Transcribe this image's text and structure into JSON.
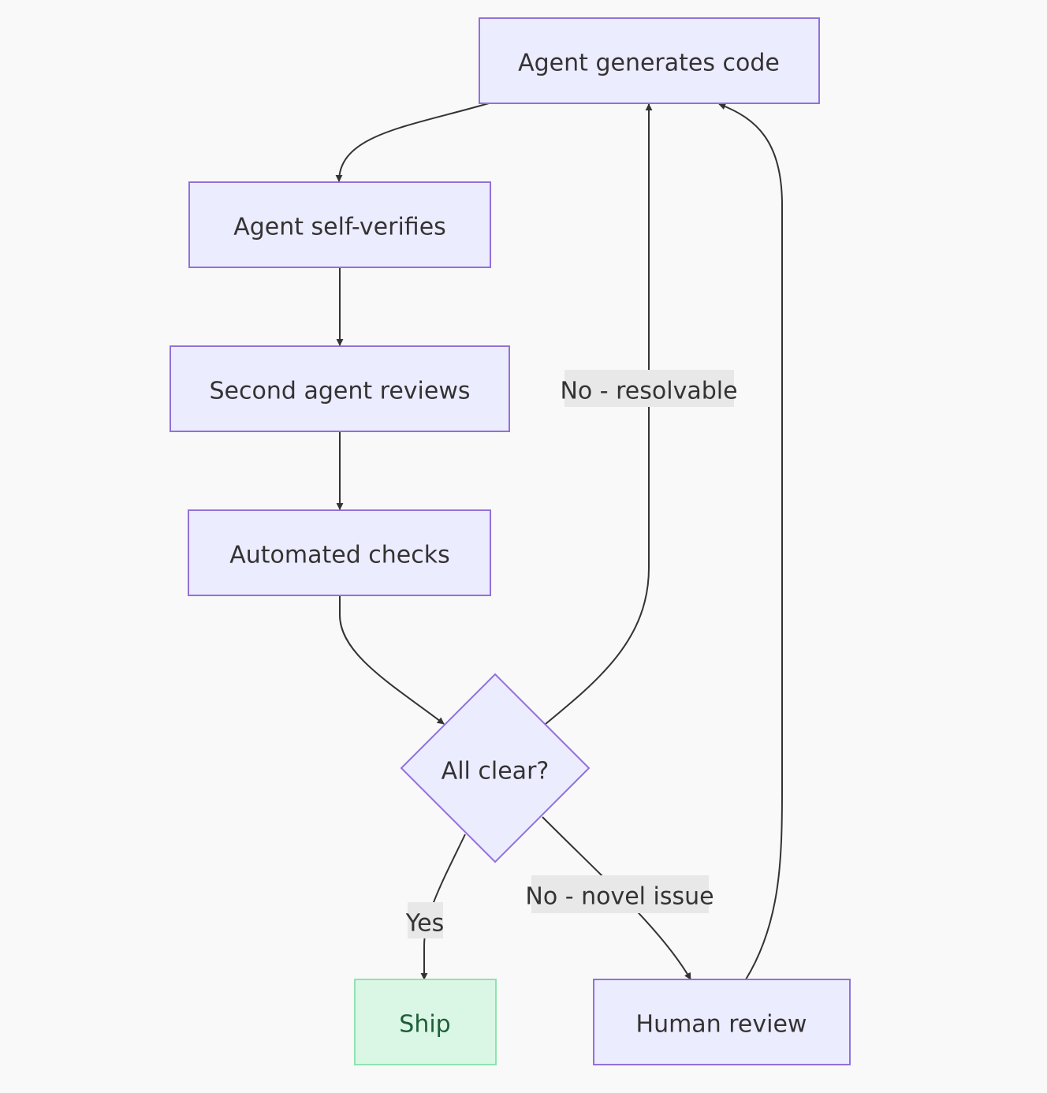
{
  "nodes": {
    "generate": "Agent generates code",
    "self_verify": "Agent self-verifies",
    "second_review": "Second agent reviews",
    "automated": "Automated checks",
    "decision": "All clear?",
    "ship": "Ship",
    "human": "Human review"
  },
  "edges": {
    "yes": "Yes",
    "resolvable": "No - resolvable",
    "novel": "No - novel issue"
  },
  "colors": {
    "node_fill": "#ececff",
    "node_stroke": "#9370db",
    "ship_fill": "#daf7e5",
    "ship_stroke": "#8fe3b1",
    "edge": "#333333"
  }
}
